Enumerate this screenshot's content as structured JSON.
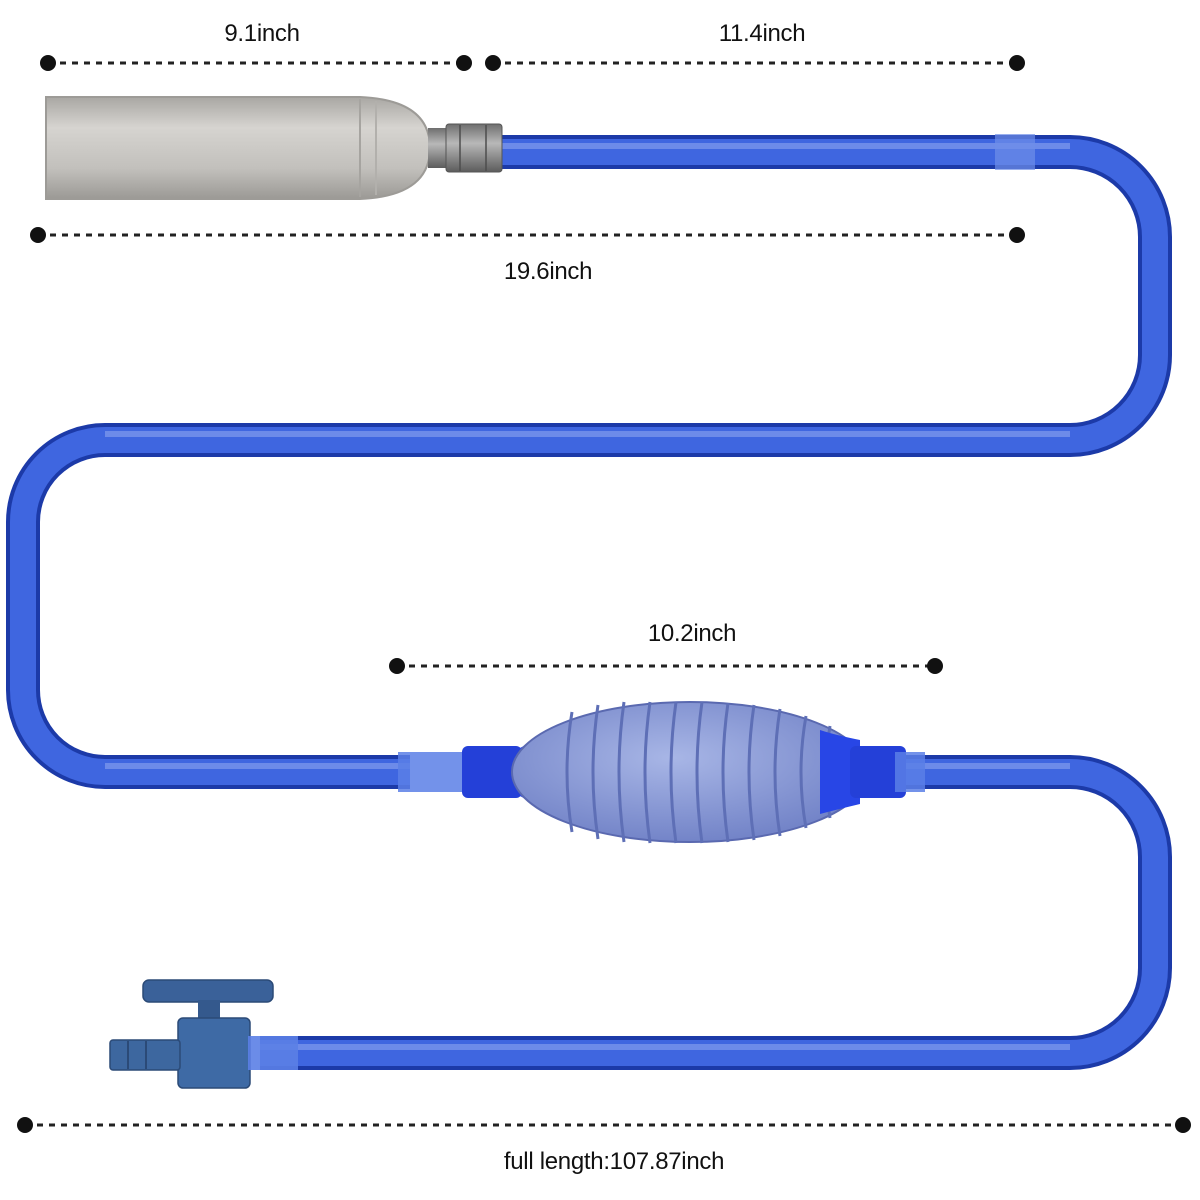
{
  "colors": {
    "tube": "#2f55d8",
    "tube_light": "#6f8fe8",
    "tube_edge": "#1c3aa8",
    "bulb": "#8c9ed8",
    "bulb_rib": "#6677bb",
    "cylinder": "#c9c7c3",
    "fitting": "#8a8a8a",
    "valve": "#39629a",
    "dimension_line": "#222222"
  },
  "dimensions": {
    "cylinder_length": "9.1inch",
    "upper_tube_length": "11.4inch",
    "top_section_total": "19.6inch",
    "bulb_section": "10.2inch",
    "full_length": "full length:107.87inch"
  },
  "parts": {
    "gravel_tube": "cylinder-nozzle",
    "hose": "blue-flexible-hose",
    "squeeze_bulb": "primer-bulb",
    "valve": "flow-control-valve"
  }
}
